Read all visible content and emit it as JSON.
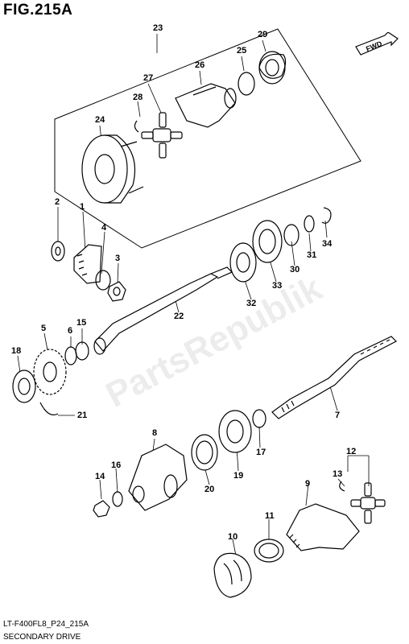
{
  "figure": {
    "title": "FIG.215A",
    "direction_label": "FWD",
    "watermark": "PartsRepublik",
    "code": "LT-F400FL8_P24_215A",
    "caption": "SECONDARY DRIVE"
  },
  "callouts": {
    "c1": "1",
    "c2": "2",
    "c3": "3",
    "c4": "4",
    "c5": "5",
    "c6": "6",
    "c7": "7",
    "c8": "8",
    "c9": "9",
    "c10": "10",
    "c11": "11",
    "c12": "12",
    "c13": "13",
    "c14": "14",
    "c15": "15",
    "c16": "16",
    "c17": "17",
    "c18": "18",
    "c19": "19",
    "c20": "20",
    "c21": "21",
    "c22": "22",
    "c23": "23",
    "c24": "24",
    "c25": "25",
    "c26": "26",
    "c27": "27",
    "c28": "28",
    "c29": "29",
    "c30": "30",
    "c31": "31",
    "c32": "32",
    "c33": "33",
    "c34": "34"
  }
}
